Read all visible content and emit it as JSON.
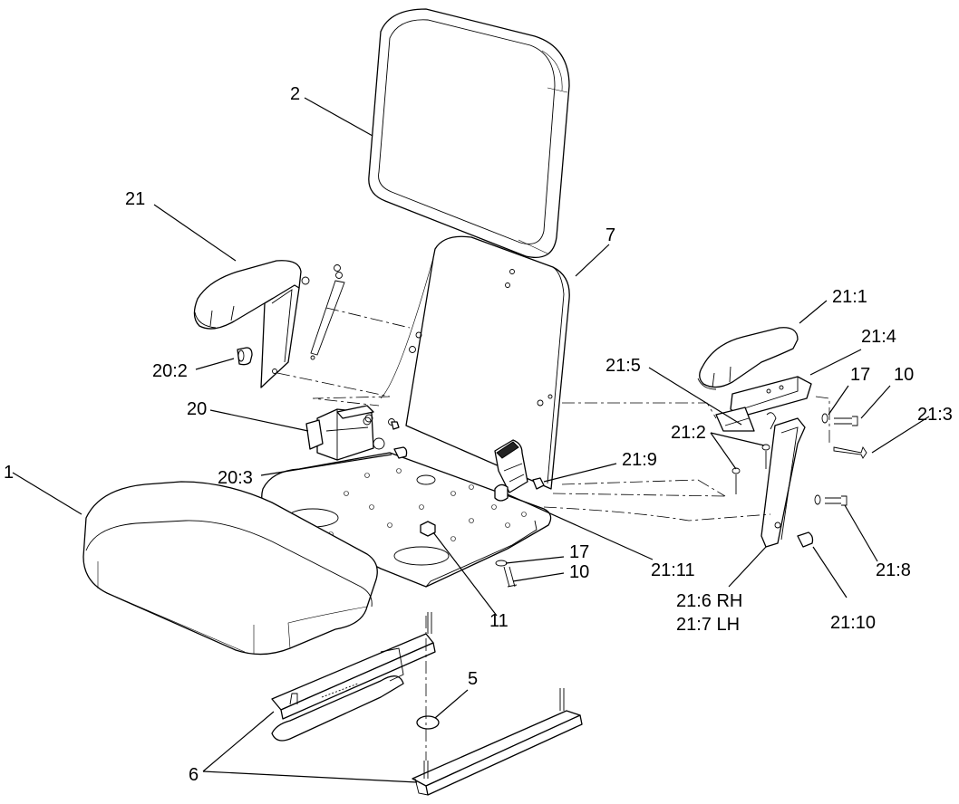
{
  "callouts": {
    "c1": "1",
    "c2": "2",
    "c5": "5",
    "c6": "6",
    "c7": "7",
    "c10a": "10",
    "c10b": "10",
    "c11": "11",
    "c17a": "17",
    "c17b": "17",
    "c20": "20",
    "c20_2": "20:2",
    "c20_3": "20:3",
    "c21": "21",
    "c21_1": "21:1",
    "c21_2": "21:2",
    "c21_3": "21:3",
    "c21_4": "21:4",
    "c21_5": "21:5",
    "c21_6": "21:6 RH",
    "c21_7": "21:7 LH",
    "c21_8": "21:8",
    "c21_9": "21:9",
    "c21_10": "21:10",
    "c21_11": "21:11"
  },
  "colors": {
    "line": "#000000",
    "background": "#ffffff"
  }
}
